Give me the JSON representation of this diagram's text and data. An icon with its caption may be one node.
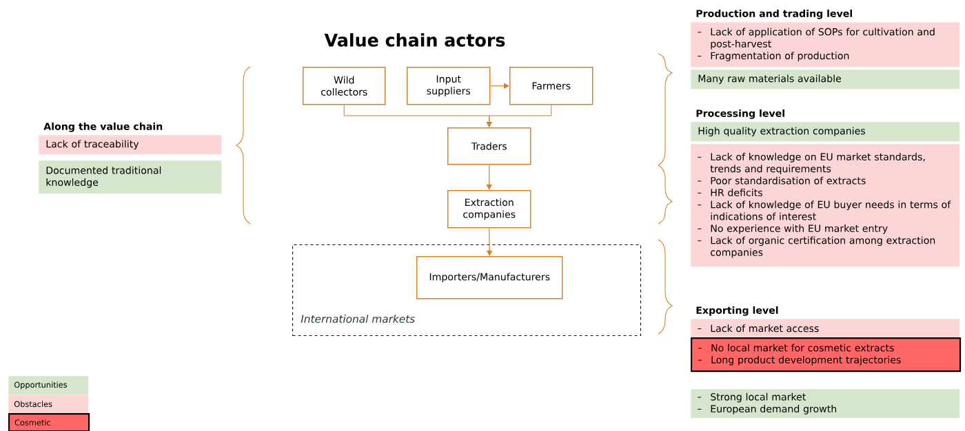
{
  "diagram": {
    "title": "Value chain actors",
    "nodes": [
      {
        "text": [
          "Wild collectors"
        ]
      },
      {
        "text": [
          "Input suppliers"
        ]
      },
      {
        "text": [
          "Farmers"
        ]
      },
      {
        "text": [
          "Traders"
        ]
      },
      {
        "text": [
          "Extraction companies"
        ]
      },
      {
        "text": [
          "International markets"
        ]
      },
      {
        "text": [
          "Importers/Manufacturers"
        ],
        "in": 5
      },
      {
        "text": [
          "Lack of traceability"
        ],
        "beside": [
          "Along the value chain"
        ]
      },
      {
        "text": [
          "Documented traditional knowledge"
        ]
      },
      {
        "text": [
          "Lack of application of SOPs for cultivation and post-harvest",
          "Fragmentation of production"
        ],
        "beside": [
          "Production and trading level"
        ]
      },
      {
        "text": [
          "Many raw materials available"
        ]
      },
      {
        "text": [
          "High quality extraction companies"
        ],
        "beside": [
          "Processing level"
        ]
      },
      {
        "text": [
          "Lack of knowledge on EU market standards, trends and requirements",
          "Poor standardisation of extracts",
          "HR deficits",
          "Lack of knowledge of EU buyer needs in terms of indications of interest",
          "No experience with EU market entry",
          "Lack of organic certification among extraction companies"
        ]
      },
      {
        "text": [
          "Lack of market access"
        ],
        "beside": [
          "Exporting level"
        ]
      },
      {
        "text": [
          "No local market for cosmetic extracts",
          "Long product development trajectories"
        ]
      },
      {
        "text": [
          "Strong local market",
          "European demand growth"
        ]
      }
    ],
    "edges": [
      {
        "from": 1,
        "to": 2,
        "arrow": "to"
      },
      {
        "from": 0,
        "to": 3,
        "arrow": "to"
      },
      {
        "from": 2,
        "to": 3,
        "arrow": "to"
      },
      {
        "from": 3,
        "to": 4,
        "arrow": "to"
      },
      {
        "from": 4,
        "to": 6,
        "arrow": "to"
      }
    ],
    "legend": [
      {
        "text": "Opportunities",
        "color": "#d5e6cc"
      },
      {
        "text": "Obstacles",
        "color": "#fcd6d6"
      },
      {
        "text": "Cosmetic",
        "color": "#ff6666"
      }
    ]
  }
}
